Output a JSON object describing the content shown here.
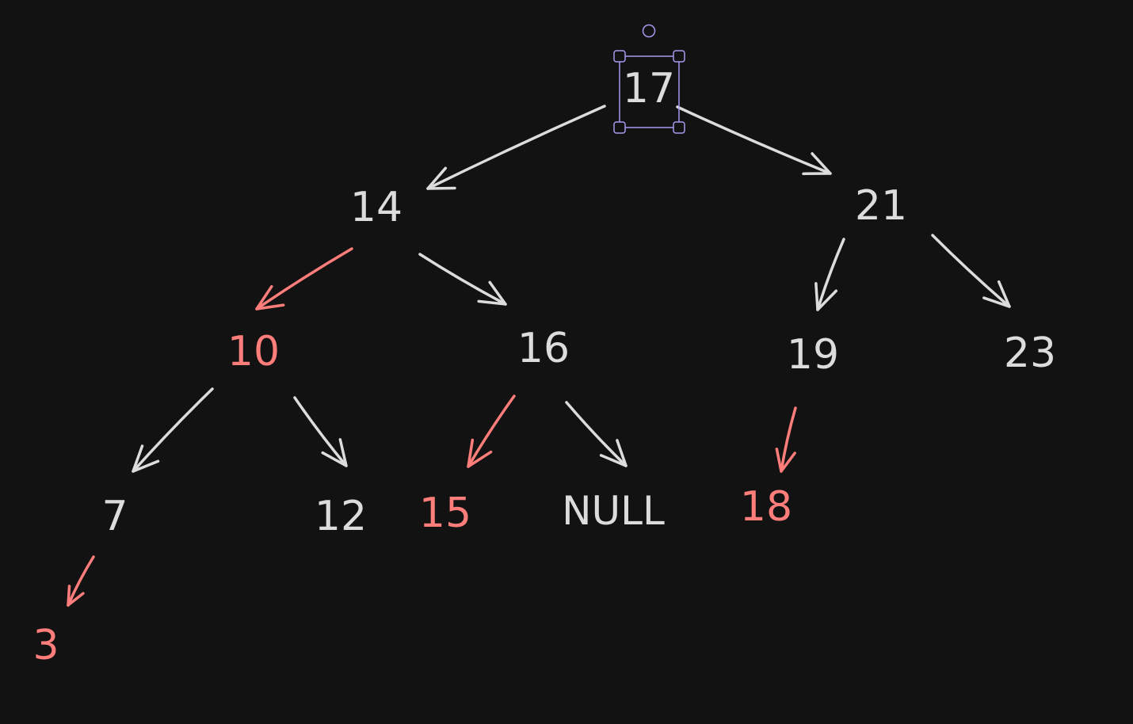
{
  "colors": {
    "background": "#121212",
    "default": "#dcdcdc",
    "highlight": "#ff7d7a",
    "selection": "#a59bf0"
  },
  "nodes": [
    {
      "id": "n17",
      "label": "17",
      "color": "default",
      "selected": true
    },
    {
      "id": "n14",
      "label": "14",
      "color": "default"
    },
    {
      "id": "n21",
      "label": "21",
      "color": "default"
    },
    {
      "id": "n10",
      "label": "10",
      "color": "highlight"
    },
    {
      "id": "n16",
      "label": "16",
      "color": "default"
    },
    {
      "id": "n19",
      "label": "19",
      "color": "default"
    },
    {
      "id": "n23",
      "label": "23",
      "color": "default"
    },
    {
      "id": "n7",
      "label": "7",
      "color": "default"
    },
    {
      "id": "n12",
      "label": "12",
      "color": "default"
    },
    {
      "id": "n15",
      "label": "15",
      "color": "highlight"
    },
    {
      "id": "nnull",
      "label": "NULL",
      "color": "default"
    },
    {
      "id": "n18",
      "label": "18",
      "color": "highlight"
    },
    {
      "id": "n3",
      "label": "3",
      "color": "highlight"
    }
  ],
  "edges": [
    {
      "from": "n17",
      "to": "n14",
      "color": "default"
    },
    {
      "from": "n17",
      "to": "n21",
      "color": "default"
    },
    {
      "from": "n14",
      "to": "n10",
      "color": "highlight"
    },
    {
      "from": "n14",
      "to": "n16",
      "color": "default"
    },
    {
      "from": "n21",
      "to": "n19",
      "color": "default"
    },
    {
      "from": "n21",
      "to": "n23",
      "color": "default"
    },
    {
      "from": "n10",
      "to": "n7",
      "color": "default"
    },
    {
      "from": "n10",
      "to": "n12",
      "color": "default"
    },
    {
      "from": "n16",
      "to": "n15",
      "color": "highlight"
    },
    {
      "from": "n16",
      "to": "nnull",
      "color": "default"
    },
    {
      "from": "n19",
      "to": "n18",
      "color": "highlight"
    },
    {
      "from": "n7",
      "to": "n3",
      "color": "highlight"
    }
  ]
}
